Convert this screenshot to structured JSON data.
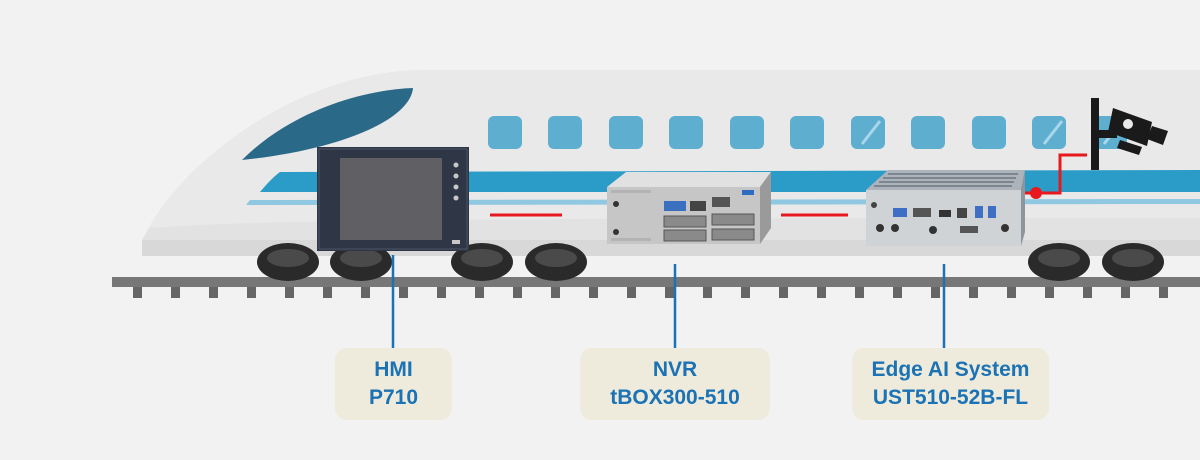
{
  "colors": {
    "background": "#f2f2f2",
    "train_body": "#e9e9e9",
    "train_shadow": "#d2d2d2",
    "stripe": "#2b9bc7",
    "windshield": "#2a6a88",
    "window": "#5eaed0",
    "link_red": "#e8191e",
    "leader_blue": "#1b72b4",
    "label_bg": "#eeebdc",
    "label_text": "#1b72b4",
    "rail": "#777777",
    "wheel": "#2a2a2a"
  },
  "labels": [
    {
      "id": "hmi",
      "line1": "HMI",
      "line2": "P710"
    },
    {
      "id": "nvr",
      "line1": "NVR",
      "line2": "tBOX300-510"
    },
    {
      "id": "edge",
      "line1": "Edge AI System",
      "line2": "UST510-52B-FL"
    }
  ],
  "icons": [
    "hmi-panel-icon",
    "nvr-box-icon",
    "edge-ai-box-icon",
    "security-camera-icon"
  ]
}
